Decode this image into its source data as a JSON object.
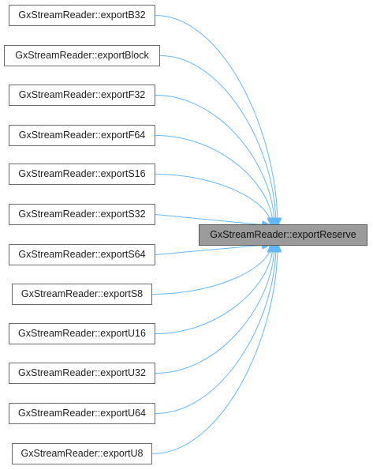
{
  "diagram": {
    "target": {
      "label": "GxStreamReader::exportReserve"
    },
    "callers": [
      {
        "label": "GxStreamReader::exportB32"
      },
      {
        "label": "GxStreamReader::exportBlock"
      },
      {
        "label": "GxStreamReader::exportF32"
      },
      {
        "label": "GxStreamReader::exportF64"
      },
      {
        "label": "GxStreamReader::exportS16"
      },
      {
        "label": "GxStreamReader::exportS32"
      },
      {
        "label": "GxStreamReader::exportS64"
      },
      {
        "label": "GxStreamReader::exportS8"
      },
      {
        "label": "GxStreamReader::exportU16"
      },
      {
        "label": "GxStreamReader::exportU32"
      },
      {
        "label": "GxStreamReader::exportU64"
      },
      {
        "label": "GxStreamReader::exportU8"
      }
    ],
    "edge_color": "#63b8ff"
  }
}
